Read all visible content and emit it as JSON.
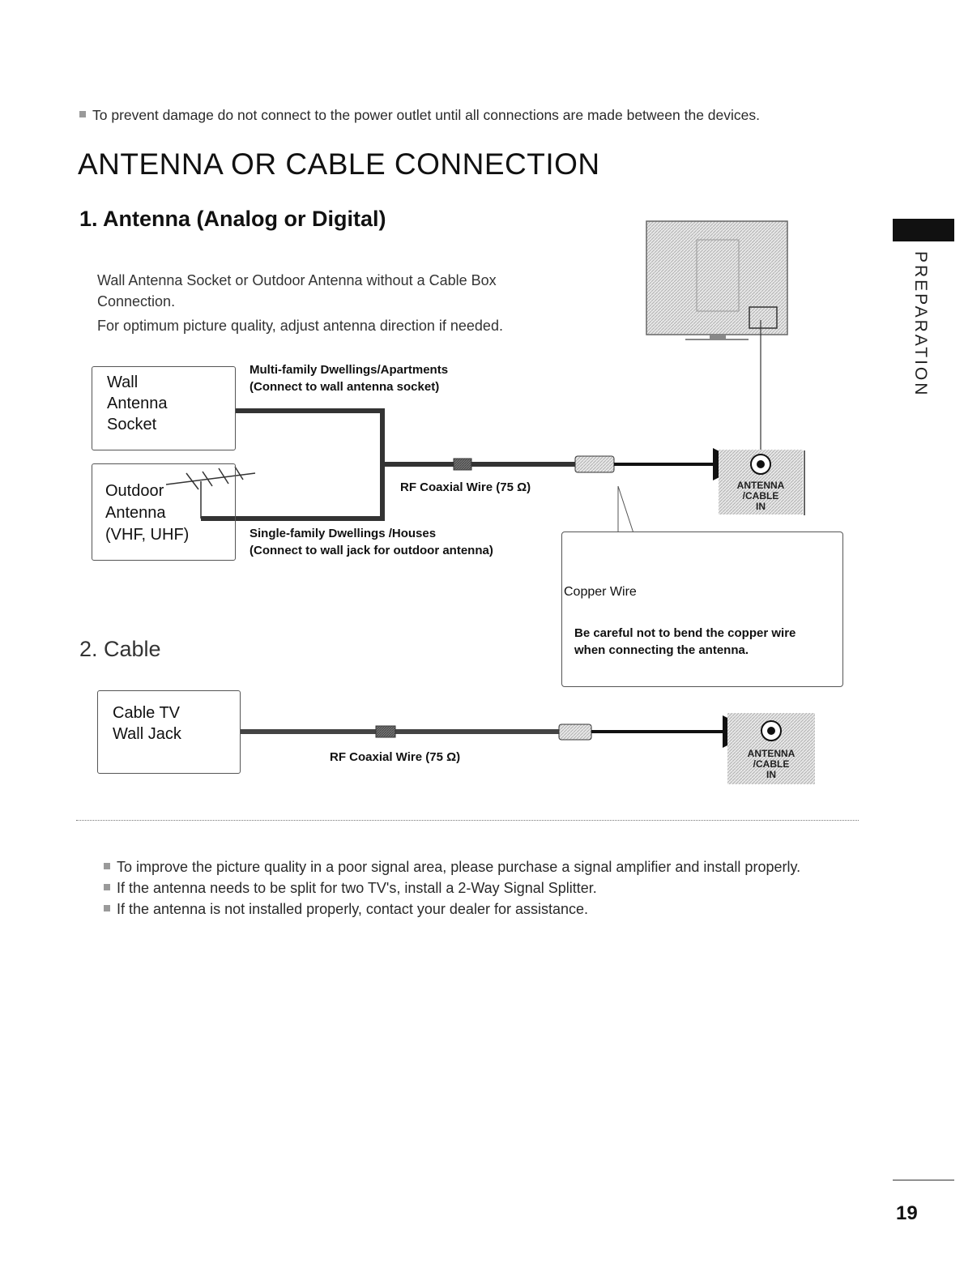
{
  "top_note": "To prevent damage do not connect to the power outlet until all connections are made between the devices.",
  "page_title": "ANTENNA OR CABLE CONNECTION",
  "section1": {
    "title": "1. Antenna (Analog or Digital)",
    "intro_line1": "Wall Antenna Socket or Outdoor Antenna without a Cable Box",
    "intro_line2": "Connection.",
    "intro_line3": "For optimum picture quality, adjust antenna direction if needed.",
    "wall_source": [
      "Wall",
      "Antenna",
      "Socket"
    ],
    "outdoor_source": [
      "Outdoor",
      "Antenna",
      "(VHF, UHF)"
    ],
    "multi_family_line1": "Multi-family Dwellings/Apartments",
    "multi_family_line2": "(Connect to wall antenna socket)",
    "single_family_line1": "Single-family Dwellings /Houses",
    "single_family_line2": "(Connect to wall jack for outdoor antenna)",
    "wire_label": "RF Coaxial Wire (75 Ω)",
    "port_label": [
      "ANTENNA",
      "/CABLE",
      "IN"
    ],
    "copper_wire_label": "Copper Wire",
    "caution_line1": "Be careful not to bend the copper wire",
    "caution_line2": "when connecting the antenna."
  },
  "section2": {
    "title": "2. Cable",
    "source": [
      "Cable TV",
      "Wall Jack"
    ],
    "wire_label": "RF Coaxial Wire (75 Ω)",
    "port_label": [
      "ANTENNA",
      "/CABLE",
      "IN"
    ]
  },
  "tips": [
    "To improve the picture quality in a poor signal area, please purchase a signal amplifier and install properly.",
    "If the antenna needs to be split for two TV's, install a 2-Way Signal Splitter.",
    "If the antenna is not installed properly, contact your dealer for assistance."
  ],
  "side_tab": "PREPARATION",
  "page_number": "19",
  "colors": {
    "text": "#1a1a1a",
    "cable": "#222222",
    "bullet": "#9a9a9a"
  }
}
